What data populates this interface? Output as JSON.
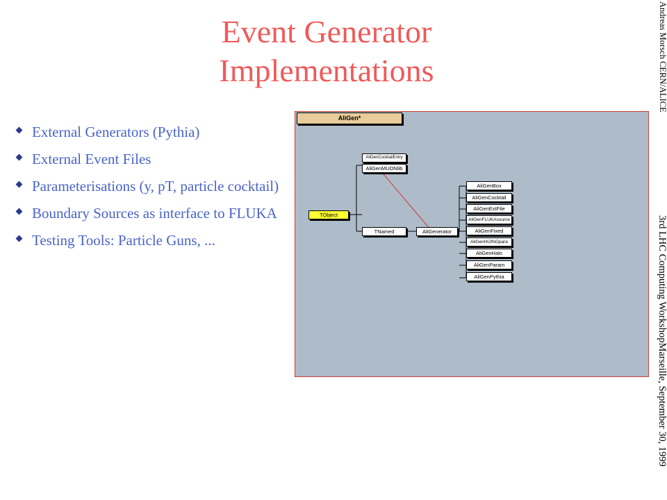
{
  "title_line1": "Event Generator",
  "title_line2": "Implementations",
  "bullets": [
    "External Generators (Pythia)",
    "External Event Files",
    "Parameterisations (y, pT, particle cocktail)",
    "Boundary Sources as interface to FLUKA",
    "Testing Tools: Particle Guns, ..."
  ],
  "side_author": "Andreas Morsch CERN/ALICE",
  "side_event": "3rd LHC Computing WorkshopMarseille, September 30, 1999",
  "diagram": {
    "tab_label": "AliGen*",
    "root": "TObject",
    "tnamed": "TNamed",
    "aligenerator": "AliGenerator",
    "cocktail_entry": "AliGenCocktailEntry",
    "muonlib": "AliGenMUONlib",
    "subclasses": [
      "AliGenBox",
      "AliGenCocktail",
      "AliGenExtFile",
      "AliGenFLUKAsource",
      "AliGenFixed",
      "AliGenHIJINGpara",
      "AliGenHalo",
      "AliGenParam",
      "AliGenPythia"
    ]
  },
  "colors": {
    "title": "#f05a5a",
    "bullet_text": "#4a63c8",
    "diagram_bg": "#aebbc8",
    "root_node": "#ffff33",
    "tab": "#e8cc9a",
    "link_line": "#d23a3a"
  }
}
